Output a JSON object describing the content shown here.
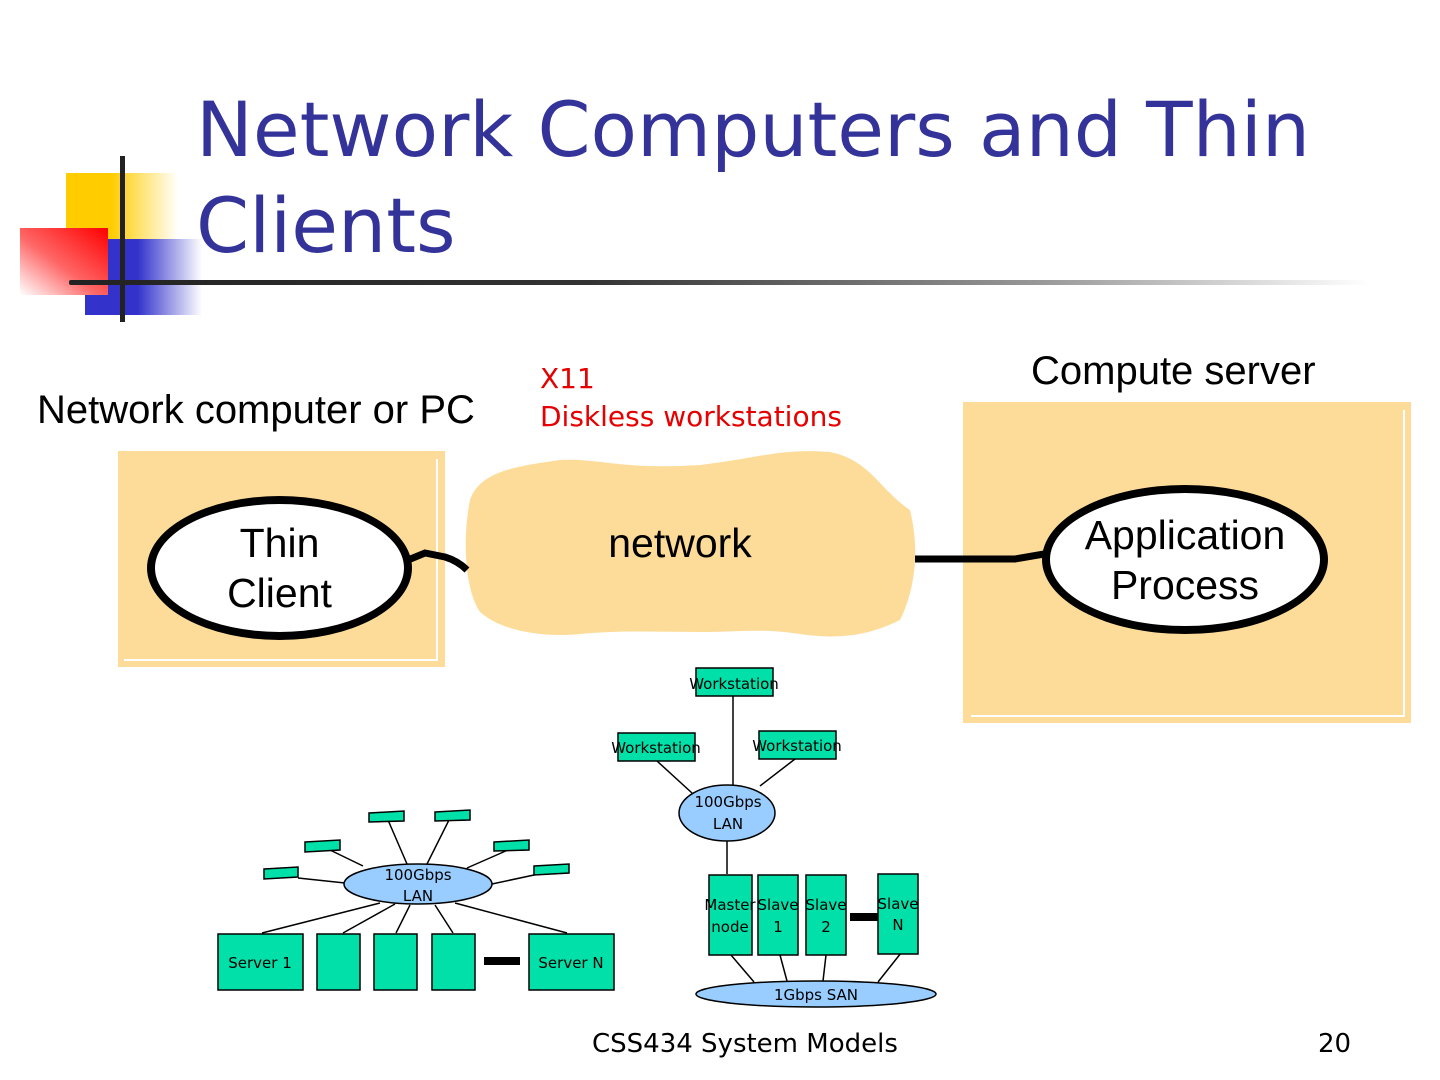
{
  "slide": {
    "title": "Network Computers and Thin Clients",
    "footer": "CSS434 System Models",
    "page_number": "20"
  },
  "colors": {
    "title": "#333399",
    "box_fill": "#fddc9a",
    "node_fill": "#00e0a8",
    "lan_fill": "#99ccff",
    "note_red": "#e60000"
  },
  "top_diagram": {
    "client_label": "Network computer or PC",
    "server_label": "Compute server",
    "notes": [
      "X11",
      "Diskless workstations"
    ],
    "client_node": {
      "line1": "Thin",
      "line2": "Client"
    },
    "network_label": "network",
    "server_node": {
      "line1": "Application",
      "line2": "Process"
    }
  },
  "cluster_left": {
    "lan": {
      "line1": "100Gbps",
      "line2": "LAN"
    },
    "servers": [
      "Server 1",
      "",
      "",
      "",
      "Server N"
    ],
    "small_nodes_count": 6
  },
  "cluster_right": {
    "workstations": [
      "Workstation",
      "Workstation",
      "Workstation"
    ],
    "lan": {
      "line1": "100Gbps",
      "line2": "LAN"
    },
    "nodes": [
      {
        "line1": "Master",
        "line2": "node"
      },
      {
        "line1": "Slave",
        "line2": "1"
      },
      {
        "line1": "Slave",
        "line2": "2"
      },
      {
        "line1": "Slave",
        "line2": "N"
      }
    ],
    "san": "1Gbps SAN"
  }
}
